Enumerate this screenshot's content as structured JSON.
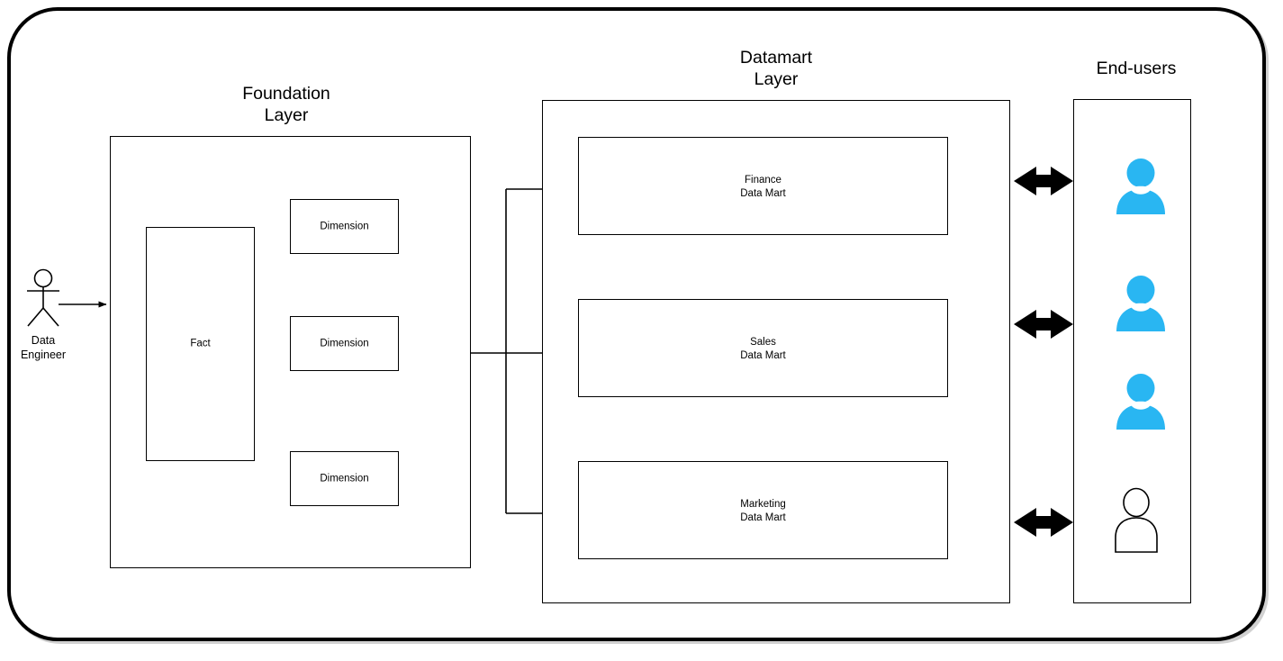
{
  "diagram": {
    "type": "architecture-flow",
    "title_visible": false,
    "colors": {
      "stroke": "#000000",
      "user_icon_fill": "#29b6f2",
      "background": "#ffffff"
    },
    "actor": {
      "name": "data-engineer-actor",
      "caption": "Data\nEngineer",
      "icon": "stick-figure-icon"
    },
    "foundation_layer": {
      "title": "Foundation\nLayer",
      "boxes": [
        {
          "label": "Fact",
          "name": "fact-box"
        },
        {
          "label": "Dimension",
          "name": "dimension-box-1"
        },
        {
          "label": "Dimension",
          "name": "dimension-box-2"
        },
        {
          "label": "Dimension",
          "name": "dimension-box-3"
        }
      ]
    },
    "datamart_layer": {
      "title": "Datamart\nLayer",
      "marts": [
        {
          "label": "Finance\nData Mart",
          "name": "finance-data-mart"
        },
        {
          "label": "Sales\nData Mart",
          "name": "sales-data-mart"
        },
        {
          "label": "Marketing\nData Mart",
          "name": "marketing-data-mart"
        }
      ]
    },
    "end_users": {
      "title": "End-users",
      "icons": [
        {
          "name": "user-icon-filled-1",
          "style": "filled"
        },
        {
          "name": "user-icon-filled-2",
          "style": "filled"
        },
        {
          "name": "user-icon-filled-3",
          "style": "filled"
        },
        {
          "name": "user-icon-outline-4",
          "style": "outline"
        }
      ]
    },
    "connectors": {
      "actor_to_foundation": {
        "name": "arrow-actor-to-foundation",
        "style": "single-arrow"
      },
      "foundation_to_datamart": {
        "name": "arrow-foundation-to-datamart",
        "style": "single-arrow",
        "count": 3
      },
      "datamart_to_users": {
        "name": "arrow-datamart-to-users",
        "style": "double-arrow",
        "count": 3
      }
    }
  }
}
